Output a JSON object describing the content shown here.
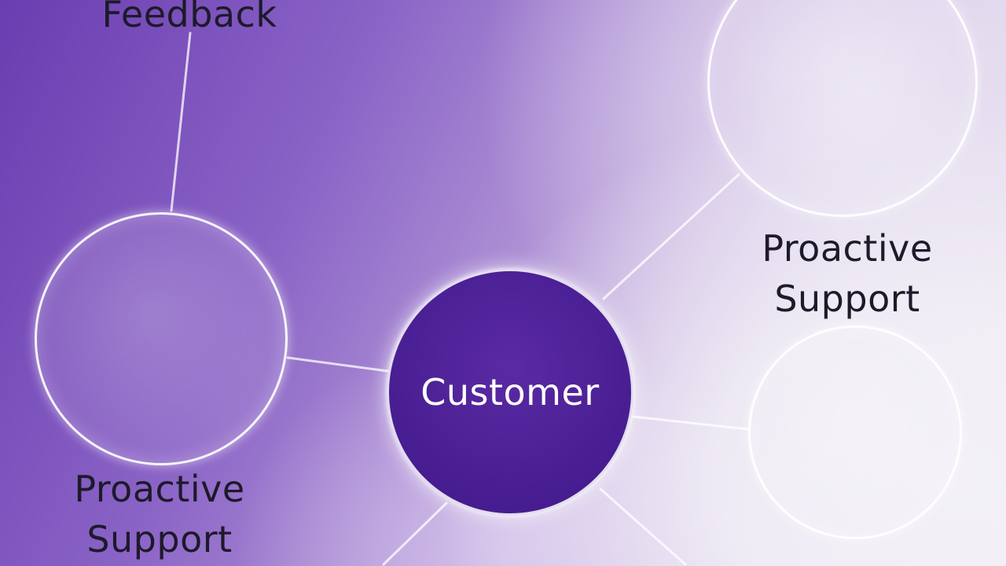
{
  "diagram": {
    "center_label": "Customer",
    "nodes": [
      {
        "id": "top-left",
        "label_lines": [
          "Feedback"
        ]
      },
      {
        "id": "left",
        "label_lines": [
          "Proactive",
          "Support"
        ]
      },
      {
        "id": "top-right",
        "label_lines": [
          "Proactive",
          "Support"
        ]
      },
      {
        "id": "right",
        "label_lines": []
      }
    ]
  },
  "colors": {
    "center_fill": "#4a1f94",
    "node_border": "#ffffff",
    "label_text": "#1d1a2b",
    "center_text": "#ffffff"
  }
}
